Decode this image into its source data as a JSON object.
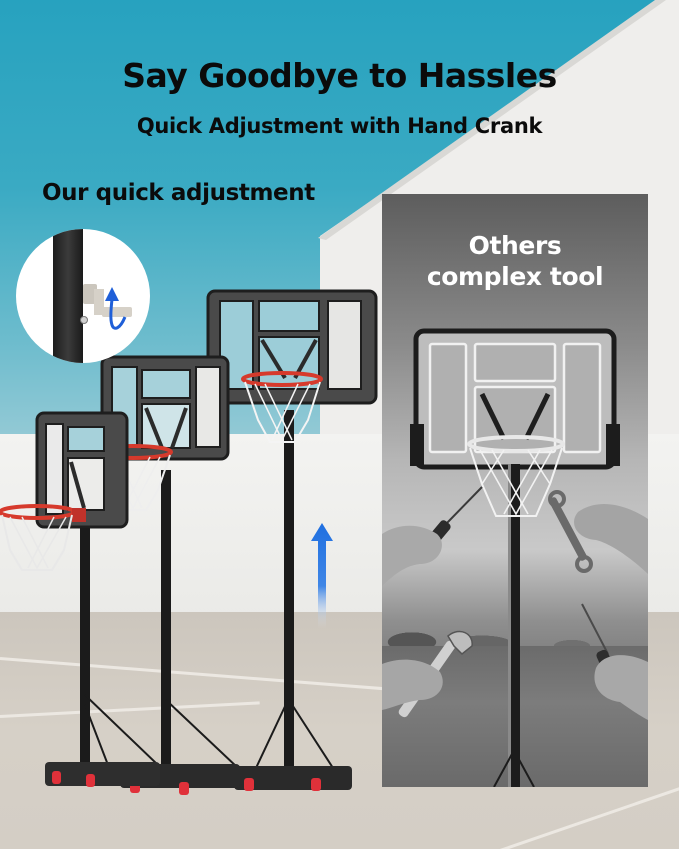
{
  "header": {
    "title": "Say Goodbye to Hassles",
    "subtitle": "Quick Adjustment with Hand Crank"
  },
  "left_section": {
    "label": "Our quick adjustment",
    "inset_icon": "hand-crank-rotate-arrow-icon",
    "hoops": [
      {
        "position": "low",
        "rim_color": "#d63a2c"
      },
      {
        "position": "mid",
        "rim_color": "#d63a2c"
      },
      {
        "position": "high",
        "rim_color": "#d63a2c"
      }
    ],
    "up_arrow_icon": "height-up-arrow-icon",
    "accent_color": "#1f6fe0"
  },
  "right_section": {
    "label_line1": "Others",
    "label_line2": "complex tool",
    "tools": [
      "screwdriver",
      "wrench",
      "adjustable-wrench",
      "screwdriver"
    ],
    "panel_style": "grayscale"
  },
  "colors": {
    "sky": "#27a2bf",
    "building": "#efeeec",
    "ground": "#d4cec5",
    "text": "#0b0b0b",
    "panel_text": "#ffffff"
  }
}
